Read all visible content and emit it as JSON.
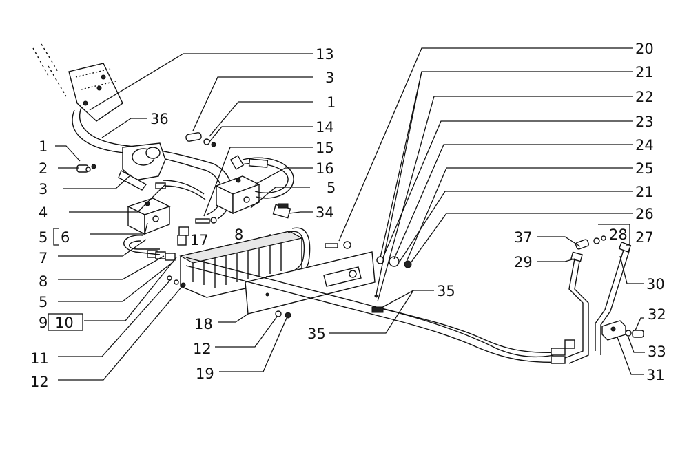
{
  "labels": {
    "l1a": "1",
    "l1b": "1",
    "l2": "2",
    "l3a": "3",
    "l3b": "3",
    "l4": "4",
    "l5a": "5",
    "l5b": "5",
    "l5c": "5",
    "l6": "6",
    "l7": "7",
    "l8a": "8",
    "l8b": "8",
    "l9": "9",
    "l10": "10",
    "l11": "11",
    "l12a": "12",
    "l12b": "12",
    "l13": "13",
    "l14": "14",
    "l15": "15",
    "l16": "16",
    "l17": "17",
    "l18": "18",
    "l19": "19",
    "l20": "20",
    "l21a": "21",
    "l21b": "21",
    "l22": "22",
    "l23": "23",
    "l24": "24",
    "l25": "25",
    "l26": "26",
    "l27": "27",
    "l28": "28",
    "l29": "29",
    "l30": "30",
    "l31": "31",
    "l32": "32",
    "l33": "33",
    "l34": "34",
    "l35a": "35",
    "l35b": "35",
    "l36": "36",
    "l37": "37"
  }
}
